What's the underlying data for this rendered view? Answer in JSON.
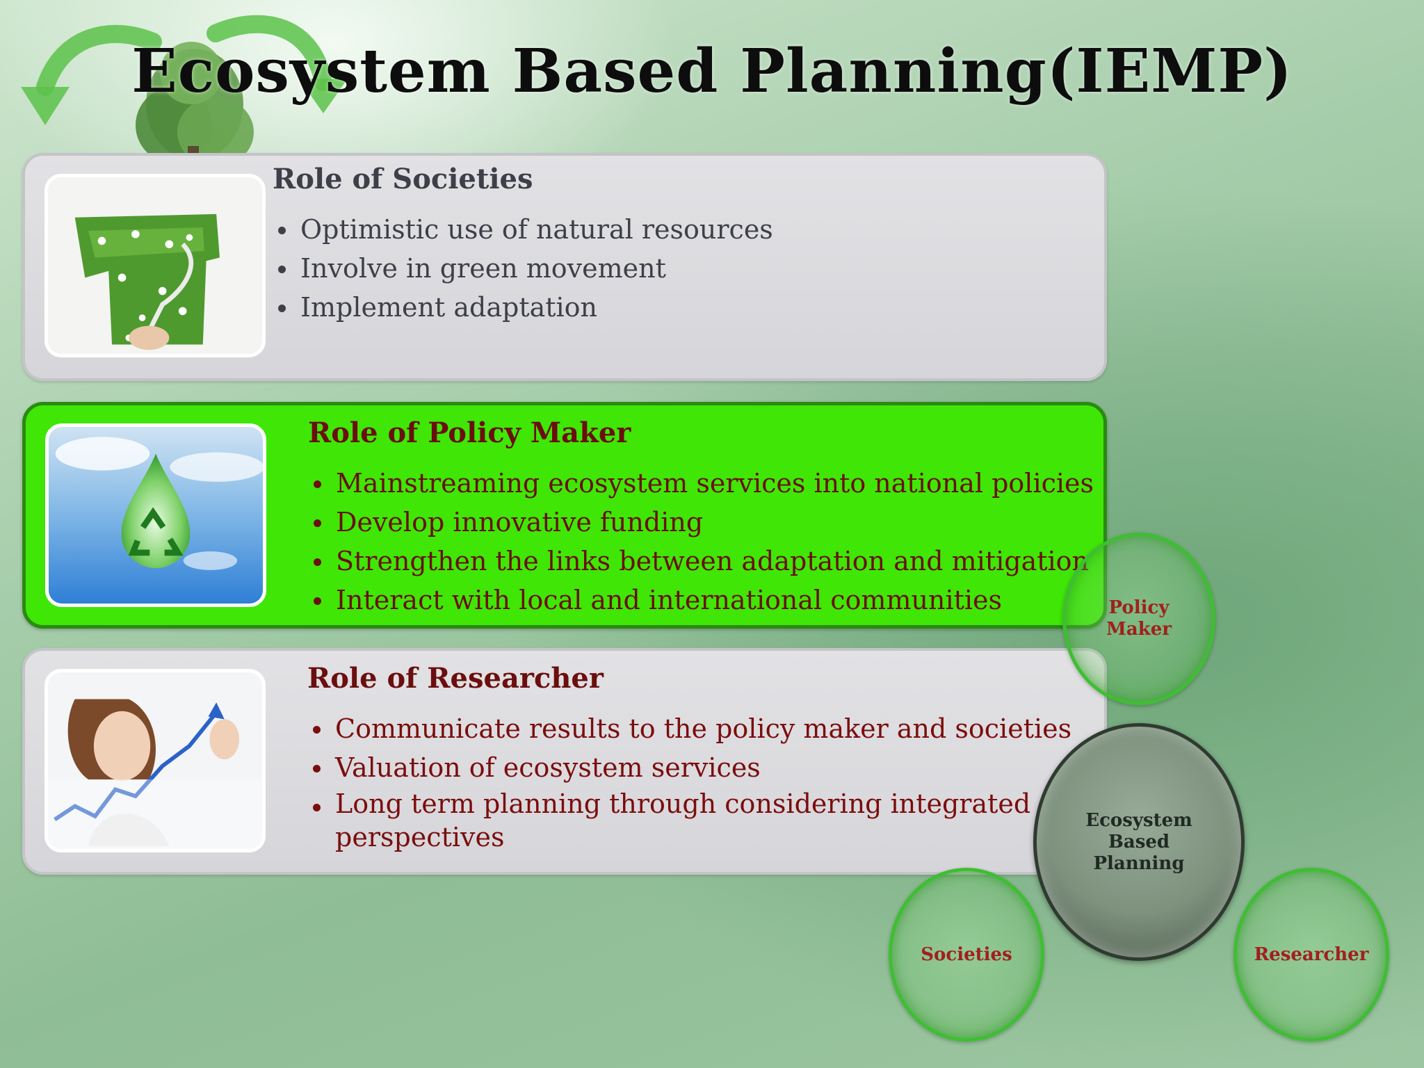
{
  "title": "Ecosystem Based Planning(IEMP)",
  "panels": [
    {
      "heading": "Role of Societies",
      "image": "hand-painting-grass-image",
      "bullets": [
        "Optimistic use of natural resources",
        "Involve in green movement",
        "Implement adaptation"
      ]
    },
    {
      "heading": "Role of Policy Maker",
      "image": "recycle-water-drop-image",
      "bullets": [
        "Mainstreaming  ecosystem services into national policies",
        "Develop innovative funding",
        "Strengthen the links between adaptation and mitigation",
        "Interact with local and international communities"
      ]
    },
    {
      "heading": "Role of Researcher",
      "image": "woman-drawing-growth-chart-image",
      "bullets": [
        "Communicate results to the policy maker and societies",
        "Valuation of ecosystem services",
        "Long term planning through considering integrated perspectives"
      ]
    }
  ],
  "diagram": {
    "center": "Ecosystem Based Planning",
    "nodes": [
      "Policy Maker",
      "Societies",
      "Researcher"
    ]
  },
  "colors": {
    "highlight_panel": "#3fe606",
    "grey_panel": "#d9d8dc",
    "heading_dark_red": "#6b0e0e",
    "node_text_red": "#a0201d"
  }
}
